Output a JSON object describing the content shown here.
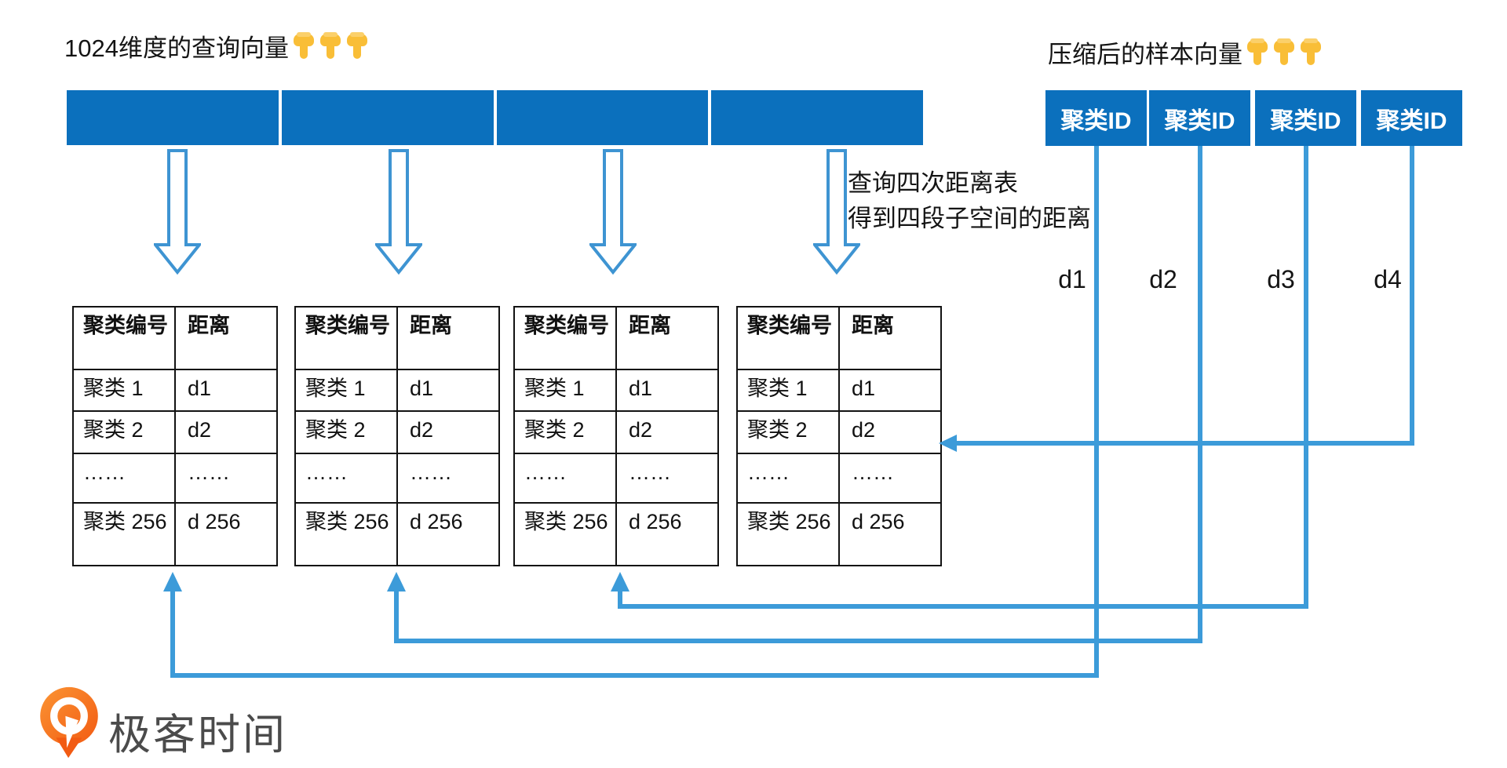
{
  "titles": {
    "query_vector": "1024维度的查询向量",
    "query_vector_pointers": "👇👇👇",
    "sample_vector": "压缩后的样本向量",
    "sample_vector_pointers": "👇👇👇"
  },
  "query_vector_bar": {
    "segment_count": 4
  },
  "compressed_vector": {
    "cells": [
      "聚类ID",
      "聚类ID",
      "聚类ID",
      "聚类ID"
    ]
  },
  "annotation": {
    "line1": "查询四次距离表",
    "line2": "得到四段子空间的距离"
  },
  "distance_labels": [
    "d1",
    "d2",
    "d3",
    "d4"
  ],
  "distance_table": {
    "headers": [
      "聚类编号",
      "距离"
    ],
    "rows": [
      [
        "聚类 1",
        "d1"
      ],
      [
        "聚类 2",
        "d2"
      ],
      [
        "……",
        "……"
      ],
      [
        "聚类 256",
        "d 256"
      ]
    ],
    "table_count": 4
  },
  "logo": {
    "text": "极客时间"
  },
  "colors": {
    "primary_blue": "#0B70BD",
    "connector_blue": "#3C9BD9",
    "logo_orange": "#F25B13",
    "logo_text_gray": "#4B4B4B",
    "hand_yellow": "#F9BE37"
  }
}
